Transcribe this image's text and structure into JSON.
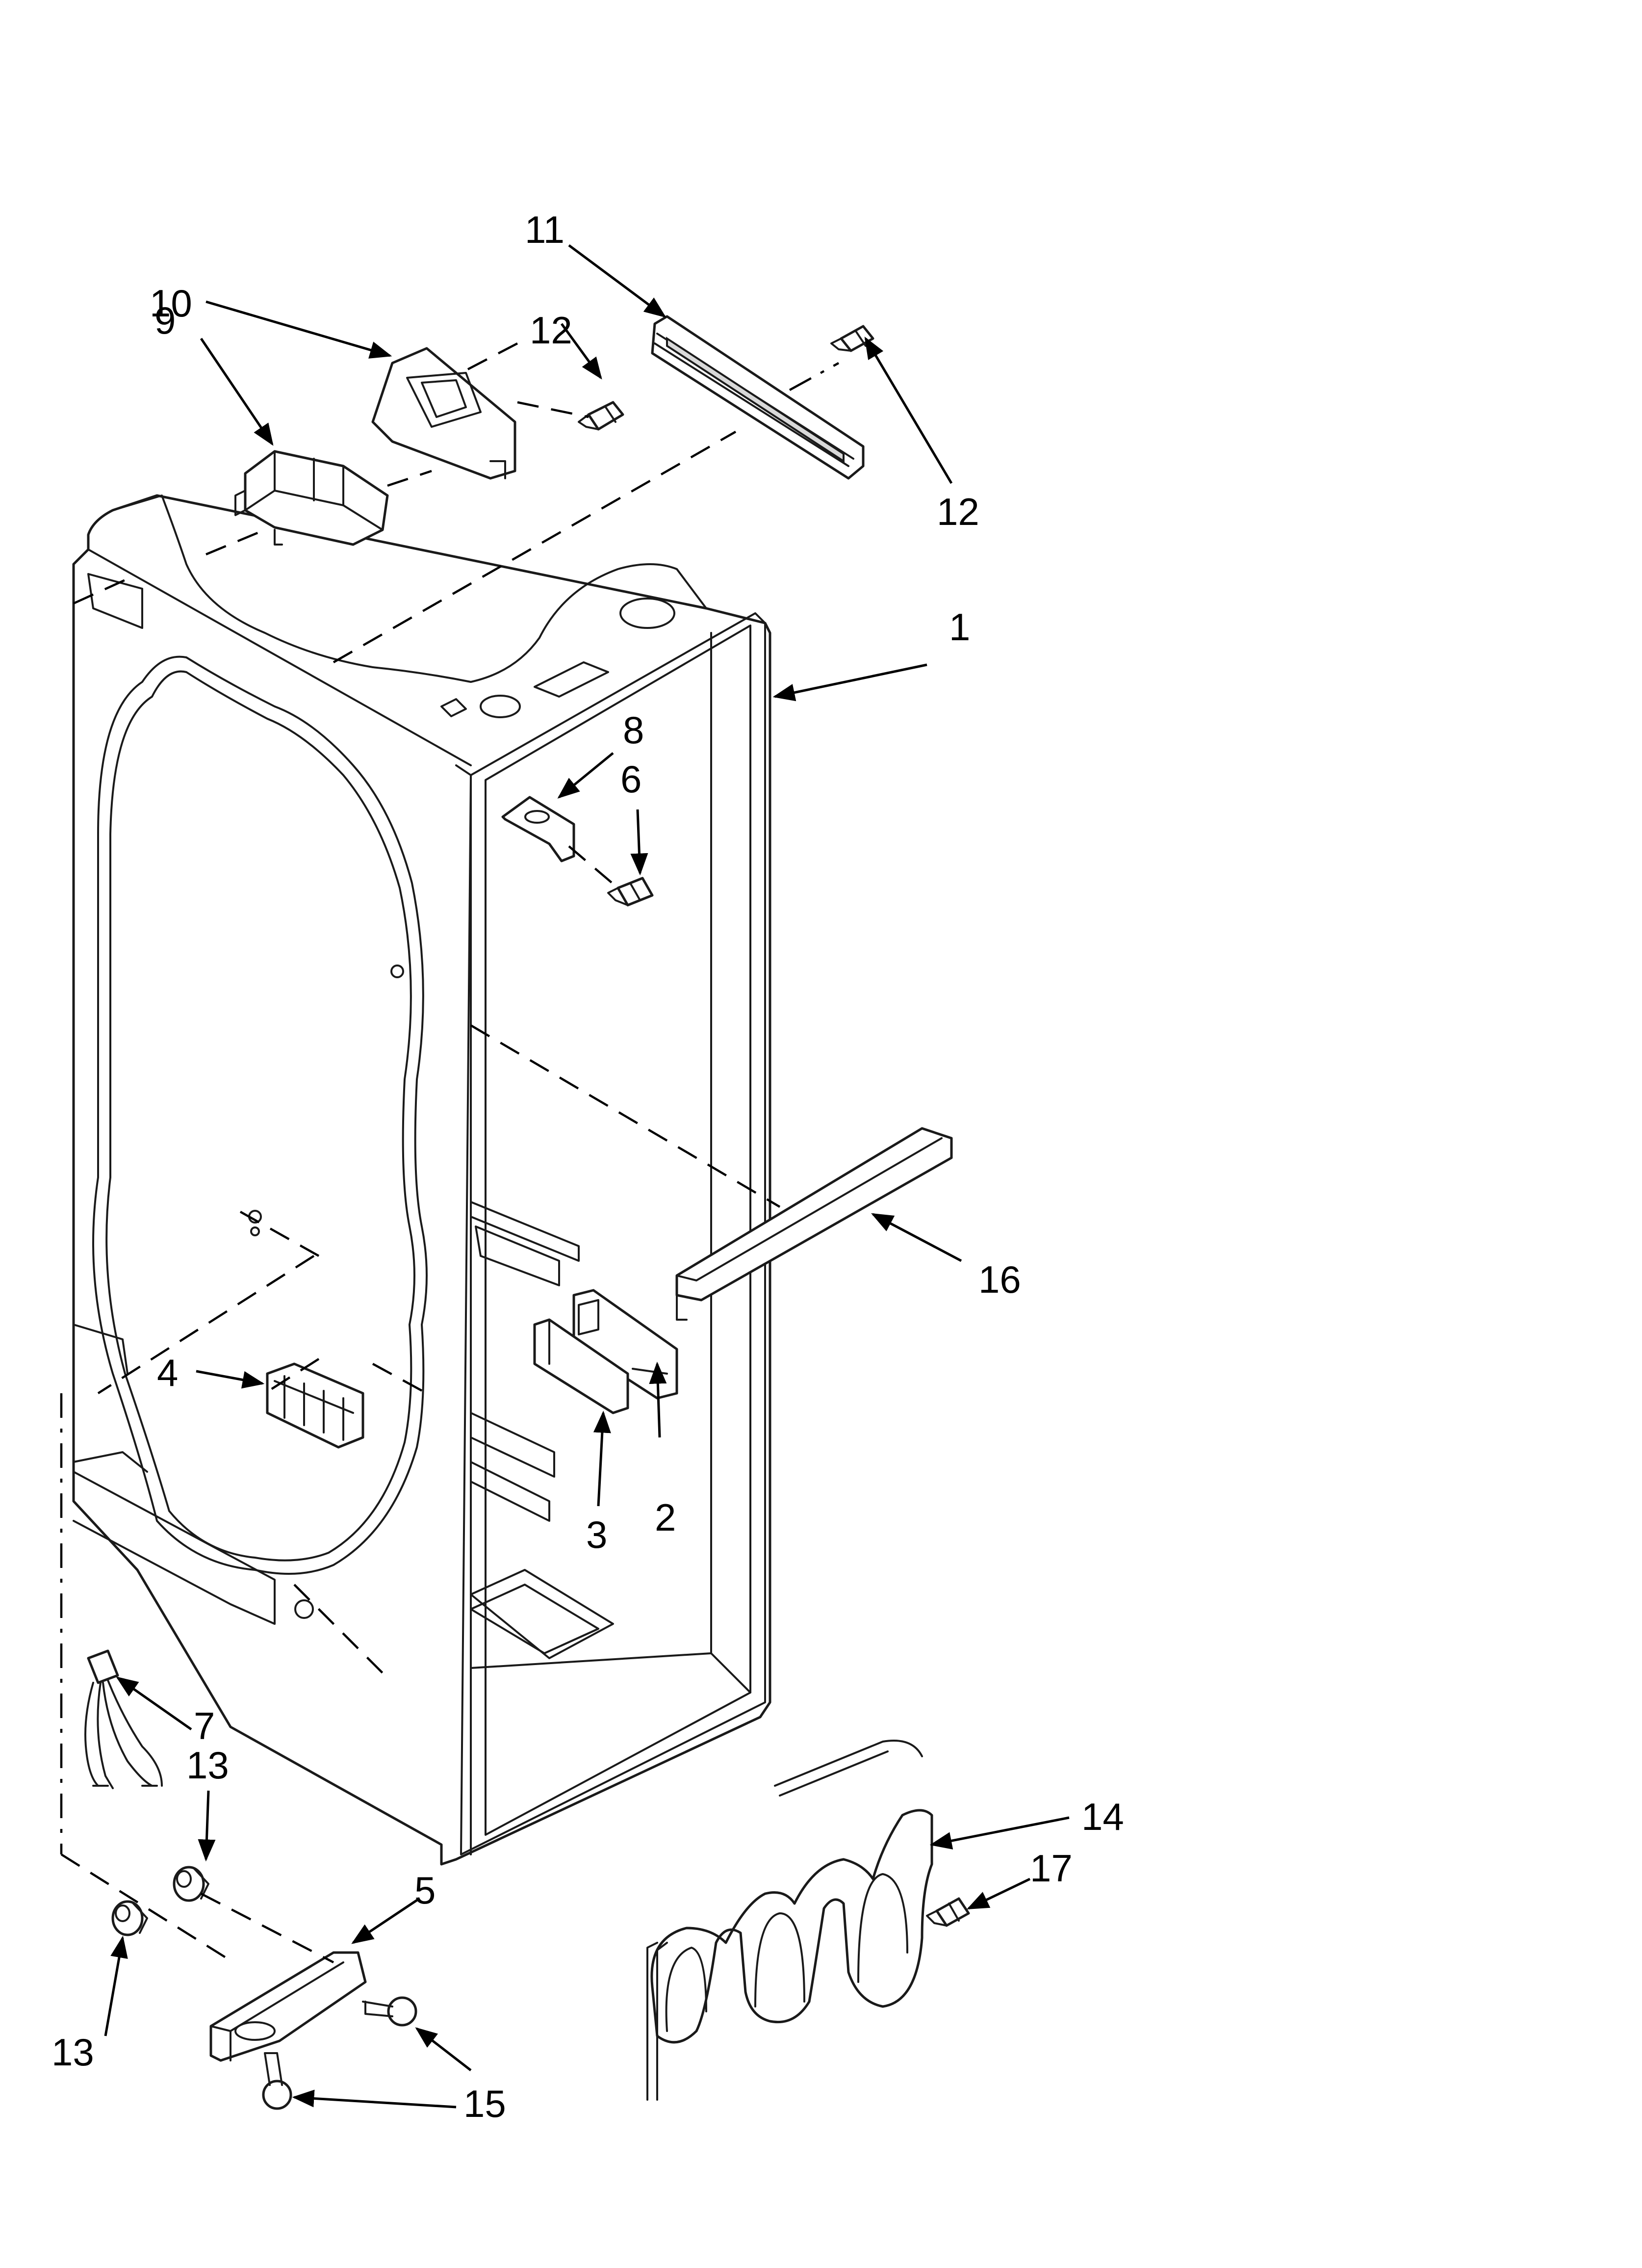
{
  "diagram": {
    "type": "exploded-parts-view",
    "callouts": [
      {
        "id": "c1",
        "text": "1"
      },
      {
        "id": "c2",
        "text": "2"
      },
      {
        "id": "c3",
        "text": "3"
      },
      {
        "id": "c4",
        "text": "4"
      },
      {
        "id": "c5",
        "text": "5"
      },
      {
        "id": "c6",
        "text": "6"
      },
      {
        "id": "c7",
        "text": "7"
      },
      {
        "id": "c8",
        "text": "8"
      },
      {
        "id": "c9",
        "text": "9"
      },
      {
        "id": "c10",
        "text": "10"
      },
      {
        "id": "c11",
        "text": "11"
      },
      {
        "id": "c12a",
        "text": "12"
      },
      {
        "id": "c12b",
        "text": "12"
      },
      {
        "id": "c13a",
        "text": "13"
      },
      {
        "id": "c13b",
        "text": "13"
      },
      {
        "id": "c14",
        "text": "14"
      },
      {
        "id": "c15",
        "text": "15"
      },
      {
        "id": "c16",
        "text": "16"
      },
      {
        "id": "c17",
        "text": "17"
      }
    ]
  }
}
